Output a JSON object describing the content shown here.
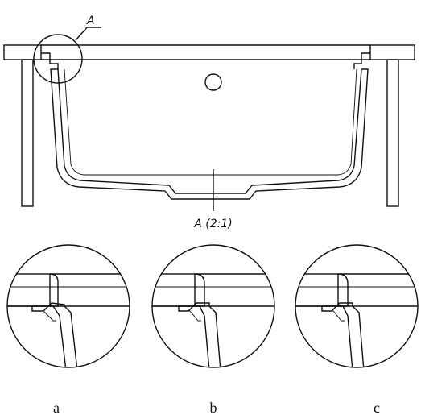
{
  "callout": {
    "label": "A"
  },
  "detail": {
    "title": "A (2:1)"
  },
  "variants": [
    {
      "caption": "a"
    },
    {
      "caption": "b"
    },
    {
      "caption": "c"
    }
  ],
  "colors": {
    "ink": "#111111",
    "background": "#ffffff"
  }
}
